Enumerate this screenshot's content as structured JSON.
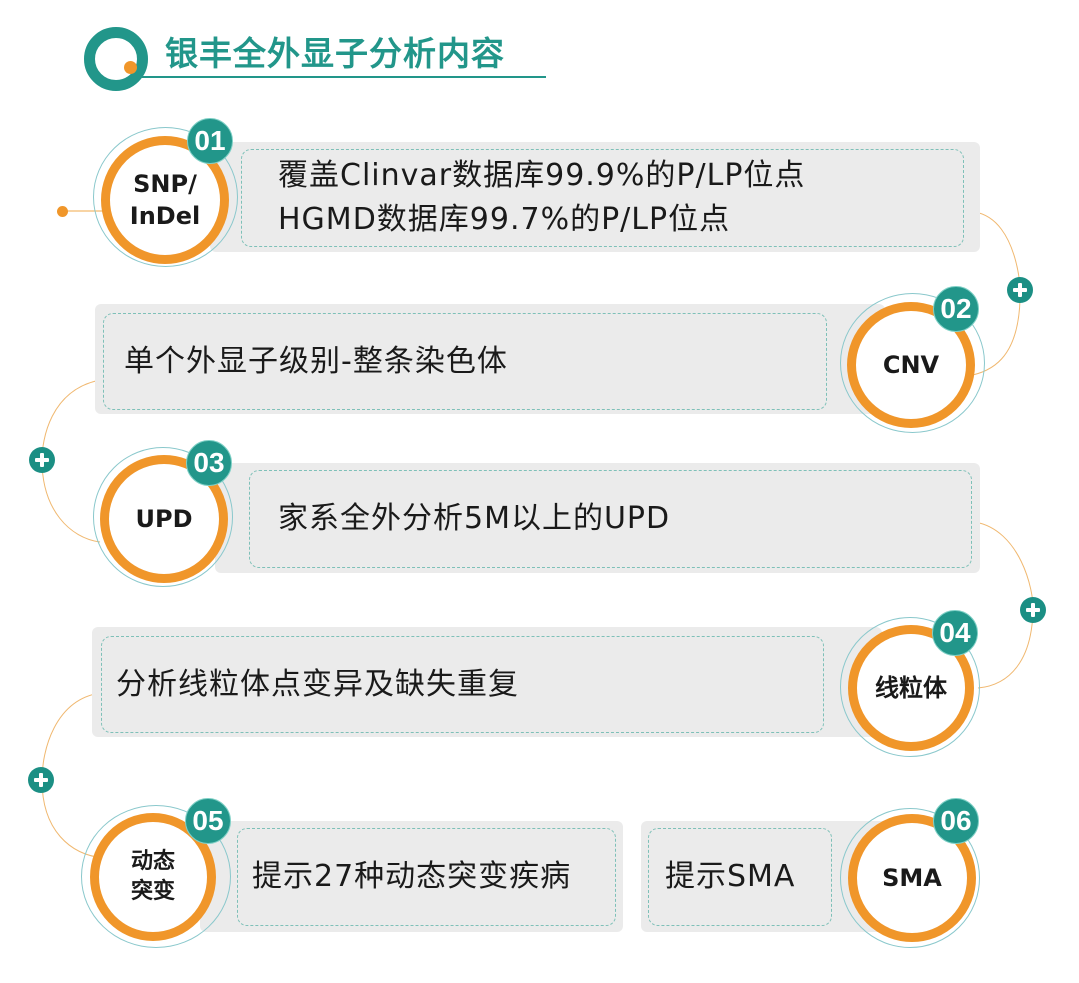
{
  "header": {
    "title": "银丰全外显子分析内容"
  },
  "colors": {
    "teal": "#22968a",
    "orange": "#f0962a",
    "card_bg": "#ebebeb",
    "text": "#1a1a1a"
  },
  "items": [
    {
      "number": "01",
      "label": "SNP/\nInDel",
      "lines": [
        "覆盖Clinvar数据库99.9%的P/LP位点",
        "HGMD数据库99.7%的P/LP位点"
      ]
    },
    {
      "number": "02",
      "label": "CNV",
      "lines": [
        "单个外显子级别-整条染色体"
      ]
    },
    {
      "number": "03",
      "label": "UPD",
      "lines": [
        "家系全外分析5M以上的UPD"
      ]
    },
    {
      "number": "04",
      "label": "线粒体",
      "lines": [
        "分析线粒体点变异及缺失重复"
      ]
    },
    {
      "number": "05",
      "label": "动态\n突变",
      "lines": [
        "提示27种动态突变疾病"
      ]
    },
    {
      "number": "06",
      "label": "SMA",
      "lines": [
        "提示SMA"
      ]
    }
  ],
  "icons": {
    "expand": "plus-icon",
    "logo": "ring-logo-icon"
  }
}
